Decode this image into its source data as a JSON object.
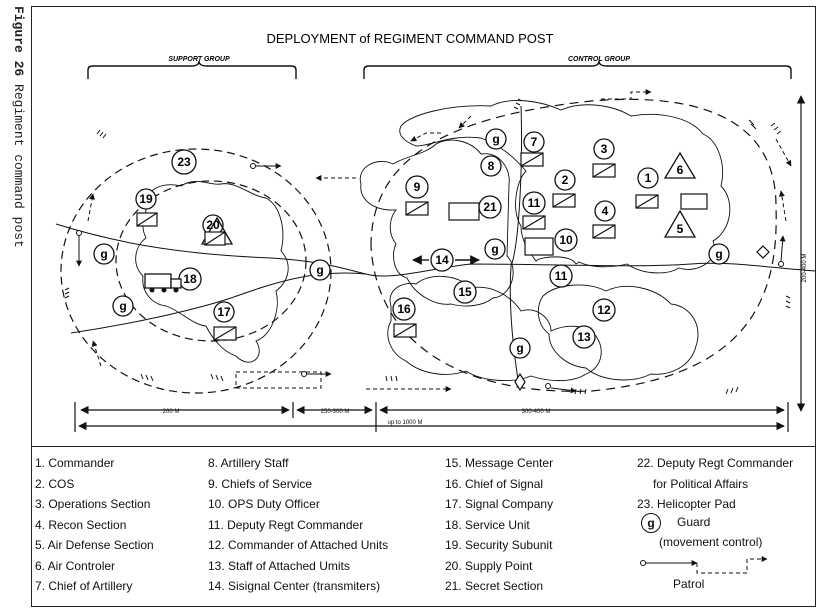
{
  "figure_caption": {
    "number": "Figure 26",
    "text": "Regiment command post"
  },
  "title": "DEPLOYMENT of REGIMENT COMMAND POST",
  "groups": {
    "support": "SUPPORT GROUP",
    "control": "CONTROL GROUP"
  },
  "distances": {
    "d1": "200 M",
    "d2": "250-300 M",
    "d3": "300-400 M",
    "total": "up to 1000 M",
    "vertical": "200-400 M"
  },
  "guard_symbol": "g",
  "units": [
    {
      "num": "19"
    },
    {
      "num": "20"
    },
    {
      "num": "18"
    },
    {
      "num": "17"
    },
    {
      "num": "23"
    },
    {
      "num": "9"
    },
    {
      "num": "8"
    },
    {
      "num": "21"
    },
    {
      "num": "7"
    },
    {
      "num": "3"
    },
    {
      "num": "2"
    },
    {
      "num": "1"
    },
    {
      "num": "6"
    },
    {
      "num": "5"
    },
    {
      "num": "4"
    },
    {
      "num": "11"
    },
    {
      "num": "10"
    },
    {
      "num": "14"
    },
    {
      "num": "15"
    },
    {
      "num": "16"
    },
    {
      "num": "11"
    },
    {
      "num": "12"
    },
    {
      "num": "13"
    }
  ],
  "legend": {
    "col1": [
      "1. Commander",
      "2. COS",
      "3. Operations Section",
      "4. Recon Section",
      "5. Air Defense Section",
      "6. Air Controler",
      "7. Chief of Artillery"
    ],
    "col2": [
      "8. Artillery Staff",
      "9. Chiefs of Service",
      "10. OPS Duty Officer",
      "11. Deputy Regt Commander",
      "12. Commander of Attached Units",
      "13. Staff of Attached Umits",
      "14. Sisignal Center (transmiters)"
    ],
    "col3": [
      "15. Message Center",
      "16. Chief of Signal",
      "17. Signal Company",
      "18. Service Unit",
      "19. Security Subunit",
      "20. Supply Point",
      "21. Secret Section"
    ],
    "col4": [
      "22. Deputy Regt Commander",
      "for Political Affairs",
      "23. Helicopter Pad"
    ],
    "guard": {
      "symbol": "g",
      "label": "Guard",
      "sublabel": "(movement control)"
    },
    "patrol": "Patrol"
  }
}
